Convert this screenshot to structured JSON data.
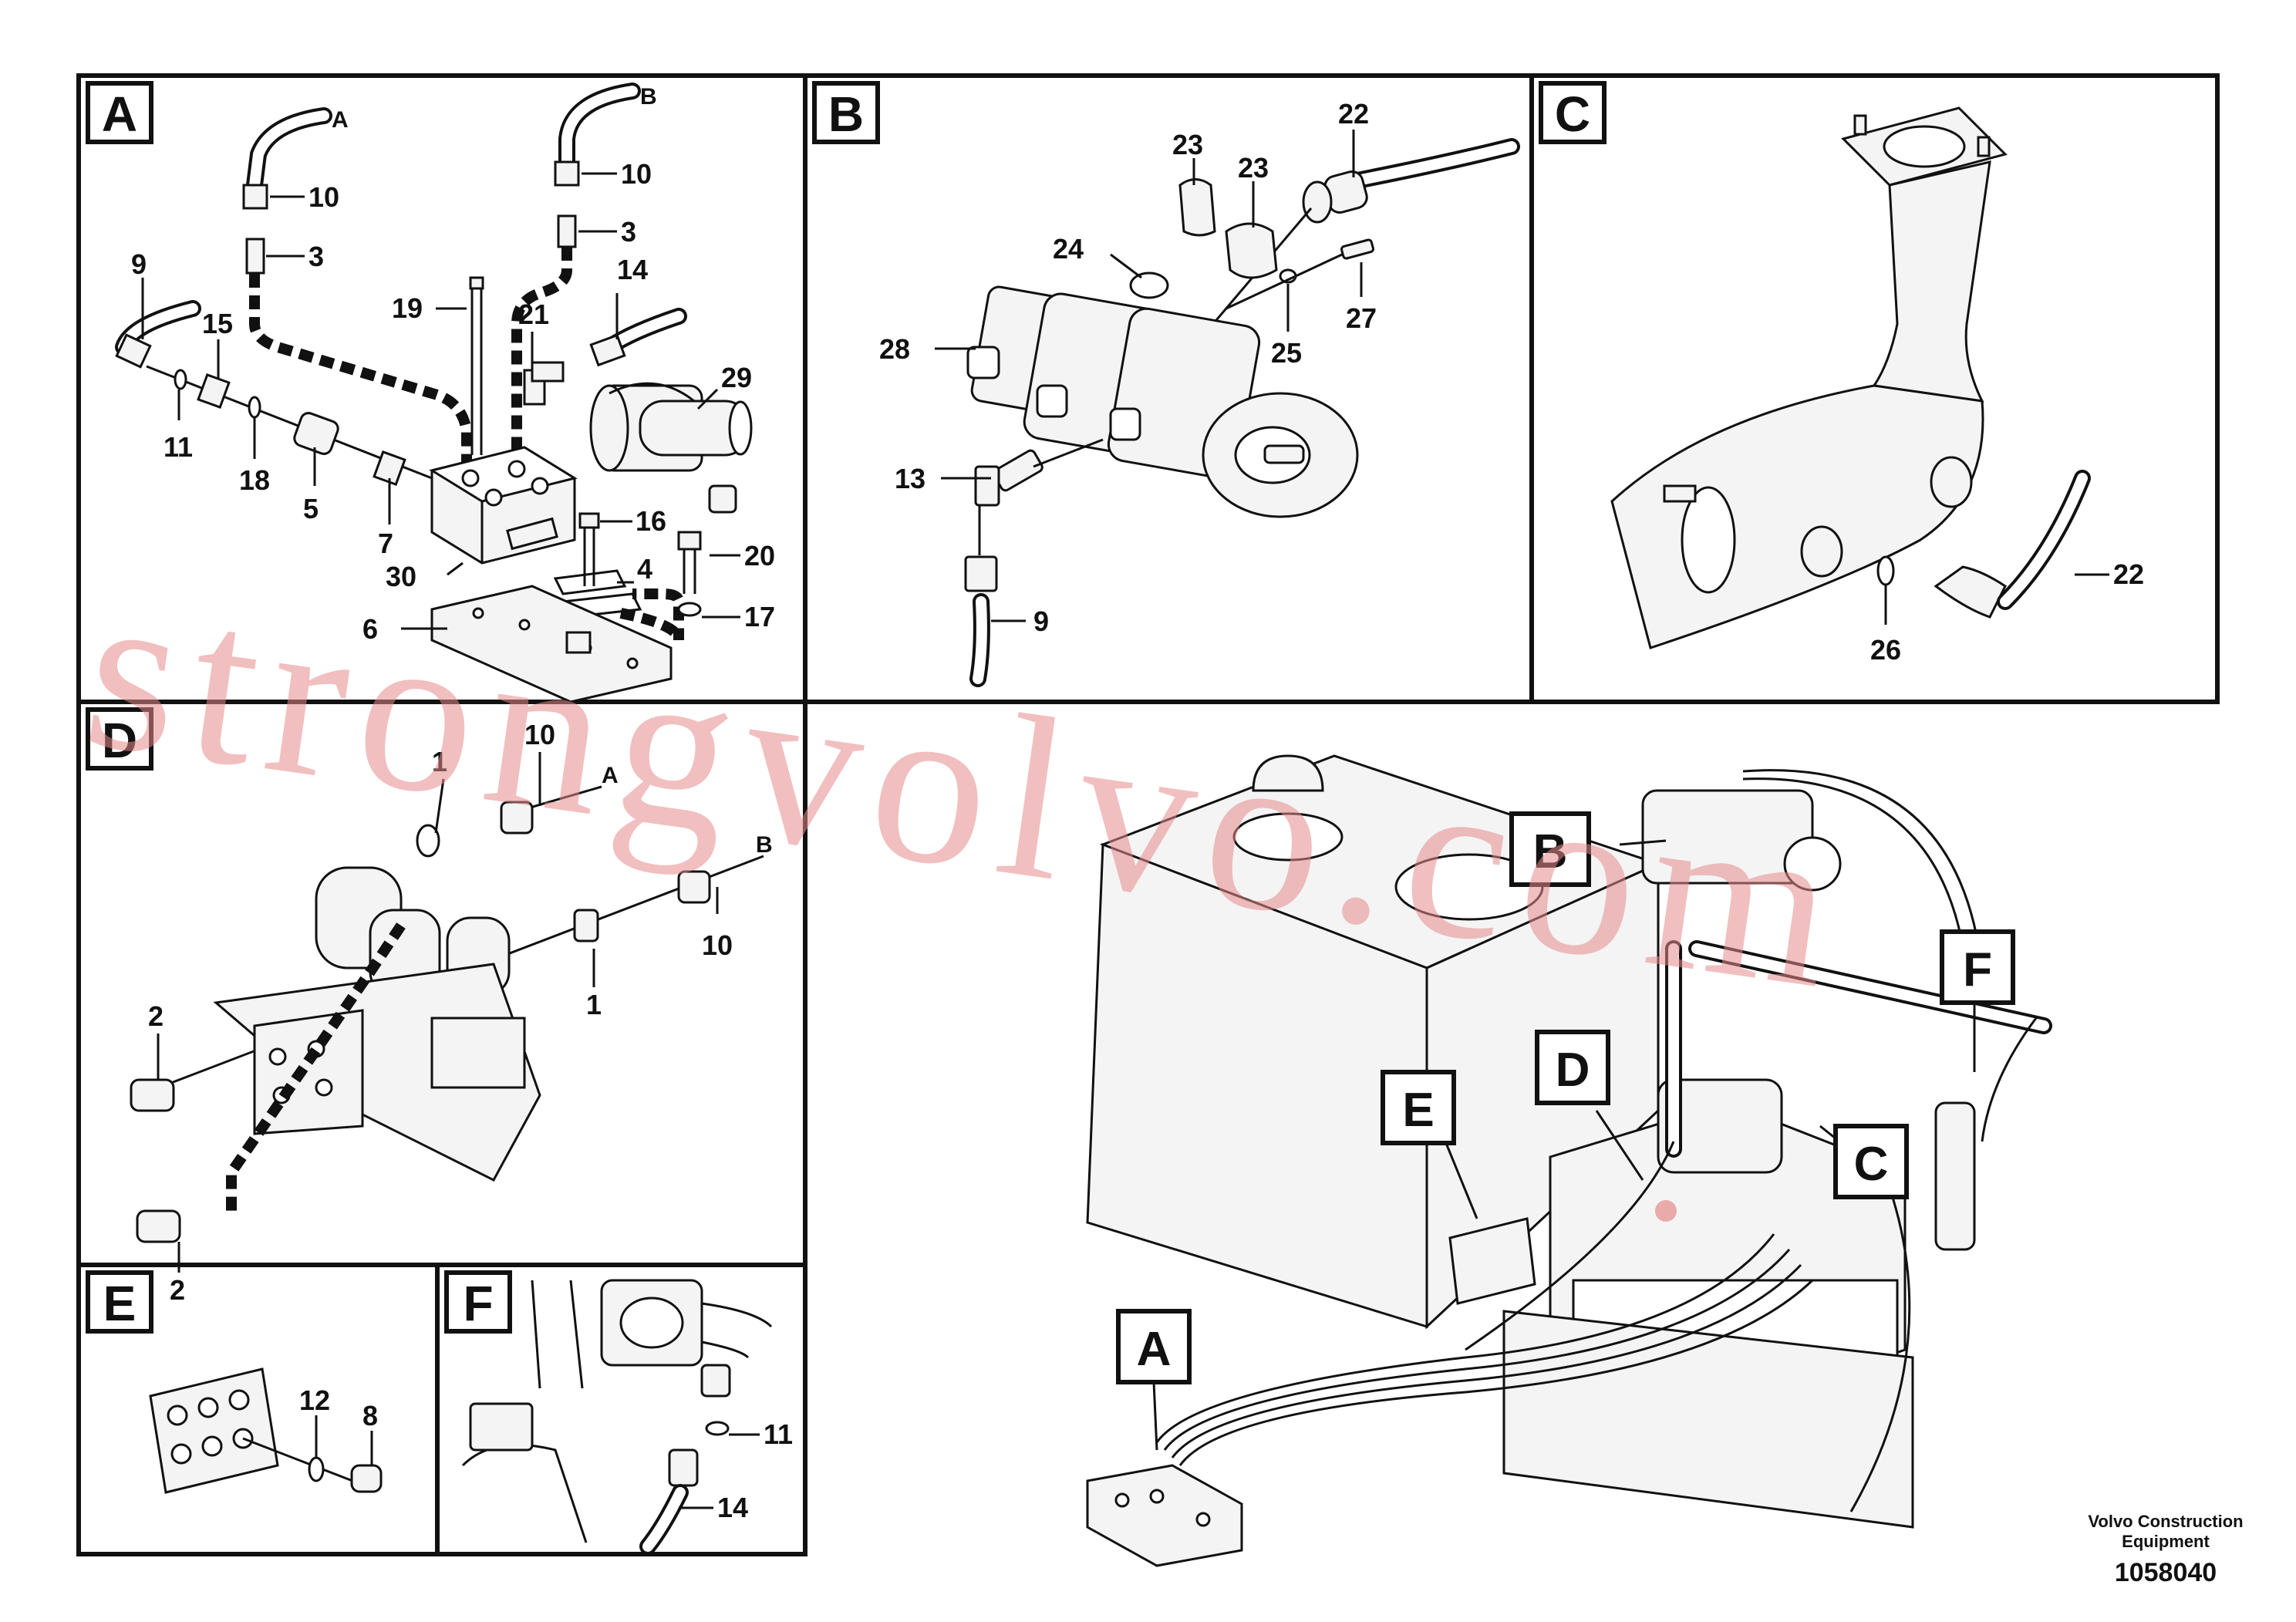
{
  "panels": [
    {
      "letter": "A"
    },
    {
      "letter": "B"
    },
    {
      "letter": "C"
    },
    {
      "letter": "D"
    },
    {
      "letter": "E"
    },
    {
      "letter": "F"
    }
  ],
  "panel_a": {
    "hose_end_a": "A",
    "hose_end_b": "B",
    "labels": [
      "10",
      "3",
      "10",
      "3",
      "9",
      "15",
      "11",
      "18",
      "5",
      "7",
      "19",
      "21",
      "14",
      "29",
      "16",
      "4",
      "20",
      "17",
      "6",
      "30"
    ]
  },
  "panel_b": {
    "labels": [
      "23",
      "23",
      "22",
      "24",
      "28",
      "25",
      "27",
      "13",
      "9"
    ]
  },
  "panel_c": {
    "labels": [
      "22",
      "26"
    ]
  },
  "panel_d": {
    "hose_end_a": "A",
    "hose_end_b": "B",
    "labels": [
      "10",
      "1",
      "10",
      "1",
      "2",
      "2"
    ]
  },
  "panel_e": {
    "labels": [
      "12",
      "8"
    ]
  },
  "panel_f": {
    "labels": [
      "11",
      "14"
    ]
  },
  "overview_callouts": [
    "B",
    "F",
    "E",
    "D",
    "C",
    "A"
  ],
  "watermark": "strongvolvo.com",
  "footer": {
    "brand_line1": "Volvo Construction",
    "brand_line2": "Equipment",
    "drawing_number": "1058040"
  }
}
